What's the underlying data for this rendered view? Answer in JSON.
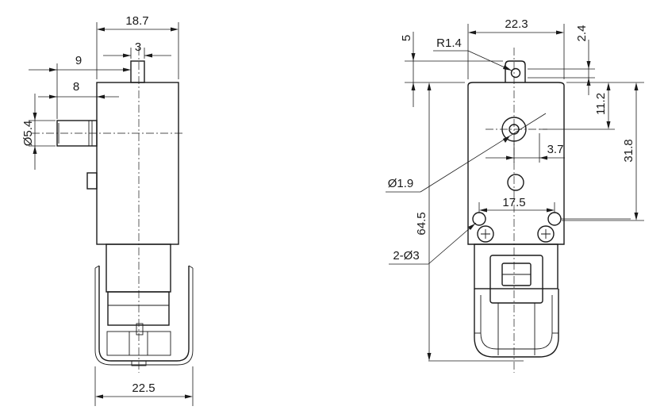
{
  "side_view": {
    "dim_width_top": "18.7",
    "dim_shaft_width": "3",
    "dim_shaft_protrusion": "9",
    "dim_shaft_length": "8",
    "dim_shaft_diameter": "Ø5.4",
    "dim_width_bottom": "22.5"
  },
  "front_view": {
    "dim_width_top": "22.3",
    "dim_ear_height": "5",
    "dim_radius": "R1.4",
    "dim_ear_offset": "2.4",
    "dim_shaft_offset_v": "11.2",
    "dim_hole_spacing_v": "31.8",
    "dim_shaft_offset_h": "3.7",
    "dim_shaft_hole": "Ø1.9",
    "dim_hole_spacing_h": "17.5",
    "dim_total_height": "64.5",
    "dim_mount_holes": "2-Ø3"
  }
}
